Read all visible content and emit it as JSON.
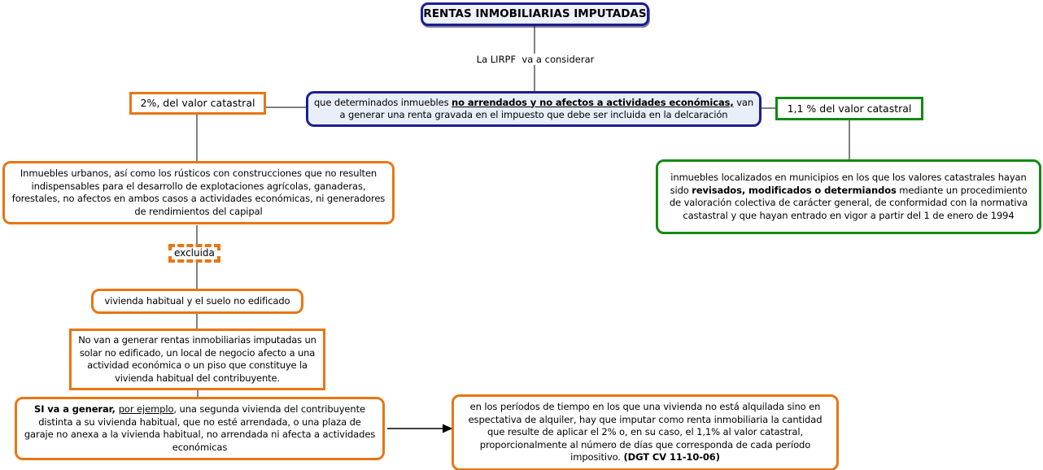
{
  "diagram": {
    "title": "RENTAS INMOBILIARIAS IMPUTADAS",
    "linking_phrase": "La LIRPF  va a considerar",
    "central": {
      "pre": "que determinados inmuebles ",
      "emphasis": "no arrendados y no afectos a actividades económicas,",
      "line2": "van a generar una renta gravada en el impuesto que debe ser incluida en la delcaración"
    },
    "left_rate": "2%, del valor catastral",
    "right_rate": "1,1 % del valor catastral",
    "left_desc": "Inmuebles urbanos, así como los rústicos con construcciones que no resulten indispensables para el desarrollo de explotaciones agrícolas, ganaderas, forestales, no afectos en ambos casos a actividades económicas, ni generadores de rendimientos del capipal",
    "right_desc": {
      "pre": "inmuebles localizados en municipios en los que los valores catastrales hayan sido ",
      "bold": "revisados, modificados o determiandos",
      "post": " mediante un procedimiento de valoración colectiva de carácter general, de conformidad con la normativa castastral y que hayan entrado en vigor a partir del 1 de enero de 1994"
    },
    "excluded_label": "excluida",
    "excluded_items": "vivienda habitual y el suelo no edificado",
    "no_generate": "No van a generar rentas inmobiliarias imputadas un solar no edificado, un local de negocio afecto a una actividad económica o un piso que constituye la vivienda habitual del contribuyente.",
    "yes_generate": {
      "bold": "SI va a generar, ",
      "underline": "por ejemplo",
      "rest": ", una segunda vivienda del contribuyente distinta a su vivienda habitual, que no esté arrendada, o una plaza de garaje no anexa a la vivienda habitual, no arrendada ni afecta a actividades económicas"
    },
    "periods_note": {
      "pre": "en los períodos de tiempo en los que una vivienda no está alquilada sino en espectativa de alquiler, hay que imputar como renta inmobiliaria la cantidad que resulte de aplicar el 2% o, en su caso, el 1,1% al valor catastral, proporcionalmente al número de días que corresponda de cada período impositivo. ",
      "bold": "(DGT CV 11-10-06)"
    },
    "colors": {
      "navy": "#1d1d92",
      "orange": "#e87613",
      "green": "#128a12",
      "box_fill_blue": "#e9eff9",
      "title_fill": "#eef2fa",
      "line": "#000000"
    }
  }
}
